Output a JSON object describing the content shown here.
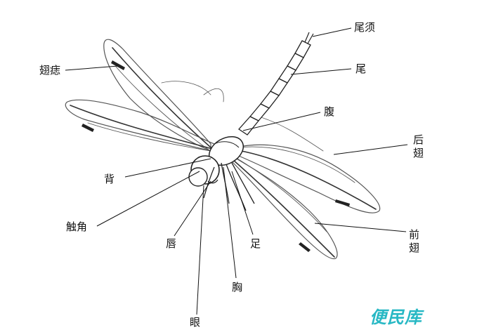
{
  "labels": {
    "wing_spot": "翅痣",
    "cerci": "尾须",
    "tail": "尾",
    "abdomen": "腹",
    "hind_wing": [
      "后",
      "翅"
    ],
    "back": "背",
    "antenna": "触角",
    "fore_wing": [
      "前",
      "翅"
    ],
    "lip": "唇",
    "foot": "足",
    "chest": "胸",
    "eye": "眼"
  },
  "watermark": "便民库",
  "colors": {
    "ink": "#111111",
    "line": "#222222",
    "sketch": "#555555",
    "watermark": "#27b8c4"
  }
}
